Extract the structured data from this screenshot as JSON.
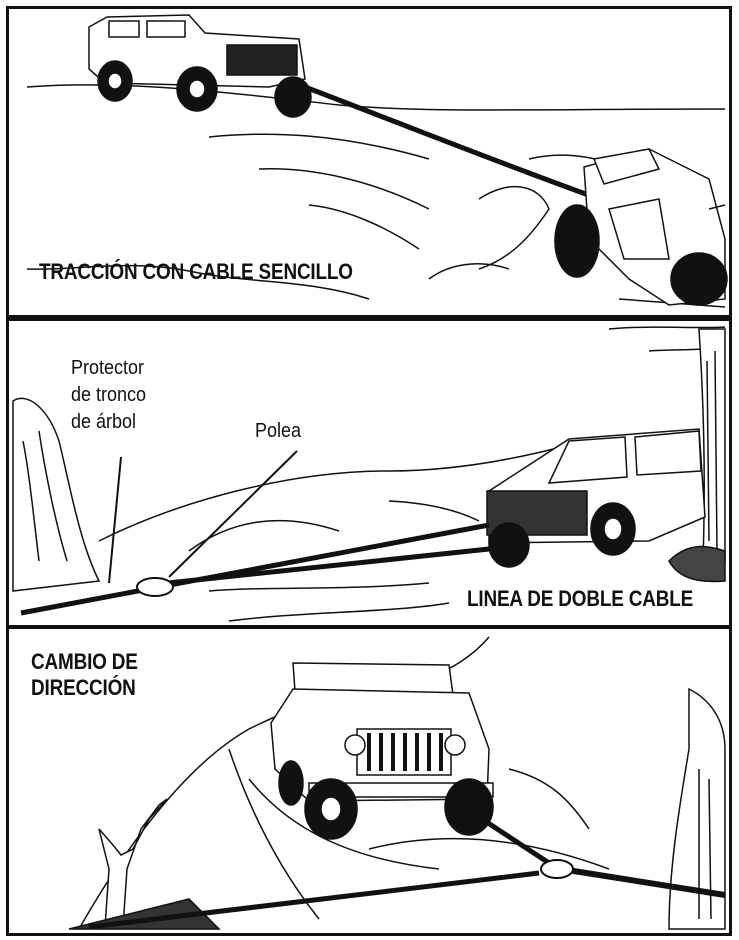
{
  "panels": {
    "single": {
      "caption": "TRACCIÓN CON CABLE SENCILLO"
    },
    "double": {
      "caption": "LINEA DE DOBLE CABLE",
      "protector_label": [
        "Protector",
        "de tronco",
        "de árbol"
      ],
      "pulley_label": "Polea"
    },
    "direction": {
      "caption_line1": "CAMBIO DE",
      "caption_line2": "DIRECCIÓN"
    }
  },
  "colors": {
    "ink": "#111111",
    "paper": "#ffffff"
  }
}
